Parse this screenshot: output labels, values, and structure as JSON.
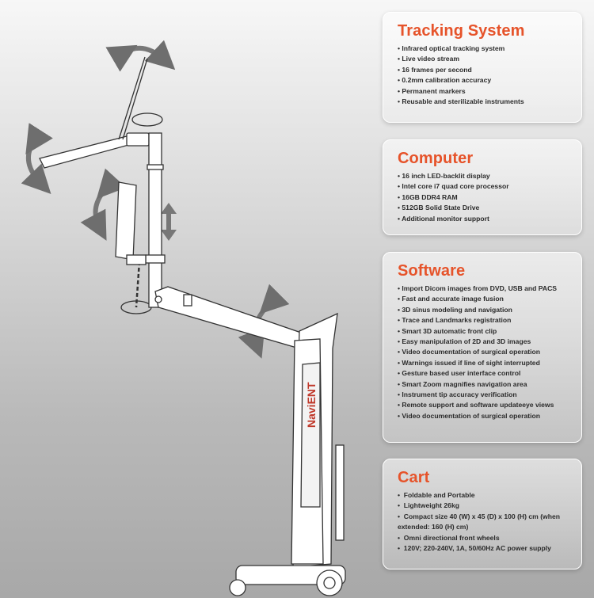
{
  "brand": {
    "logo_text": "NaviENT"
  },
  "sections": [
    {
      "title": "Tracking System",
      "items": [
        "Infrared optical tracking system",
        "Live video stream",
        "16 frames per second",
        "0.2mm calibration accuracy",
        "Permanent markers",
        "Reusable and sterilizable instruments"
      ]
    },
    {
      "title": "Computer",
      "items": [
        "16 inch LED-backlit display",
        "Intel core i7 quad core processor",
        "16GB DDR4 RAM",
        "512GB Solid State Drive",
        "Additional monitor support"
      ]
    },
    {
      "title": "Software",
      "items": [
        "Import Dicom images from DVD, USB and PACS",
        "Fast and accurate image fusion",
        "3D sinus modeling and navigation",
        "Trace and Landmarks registration",
        "Smart 3D automatic front clip",
        "Easy manipulation of 2D and 3D images",
        "Video documentation of surgical operation",
        "Warnings issued if line of sight interrupted",
        "Gesture based user interface control",
        "Smart Zoom magnifies navigation area",
        "Instrument tip accuracy verification",
        "Remote support and software updateeye views",
        "Video documentation of surgical operation"
      ]
    },
    {
      "title": "Cart",
      "items": [
        "Foldable and Portable",
        "Lightweight 26kg",
        "Compact size 40 (W) x 45 (D) x 100 (H) cm (when extended: 160 (H) cm)",
        "Omni directional front wheels",
        "120V; 220-240V, 1A, 50/60Hz AC power supply"
      ]
    }
  ],
  "colors": {
    "accent": "#e6532a",
    "text": "#2b2b2b",
    "card_border": "#ffffff"
  }
}
